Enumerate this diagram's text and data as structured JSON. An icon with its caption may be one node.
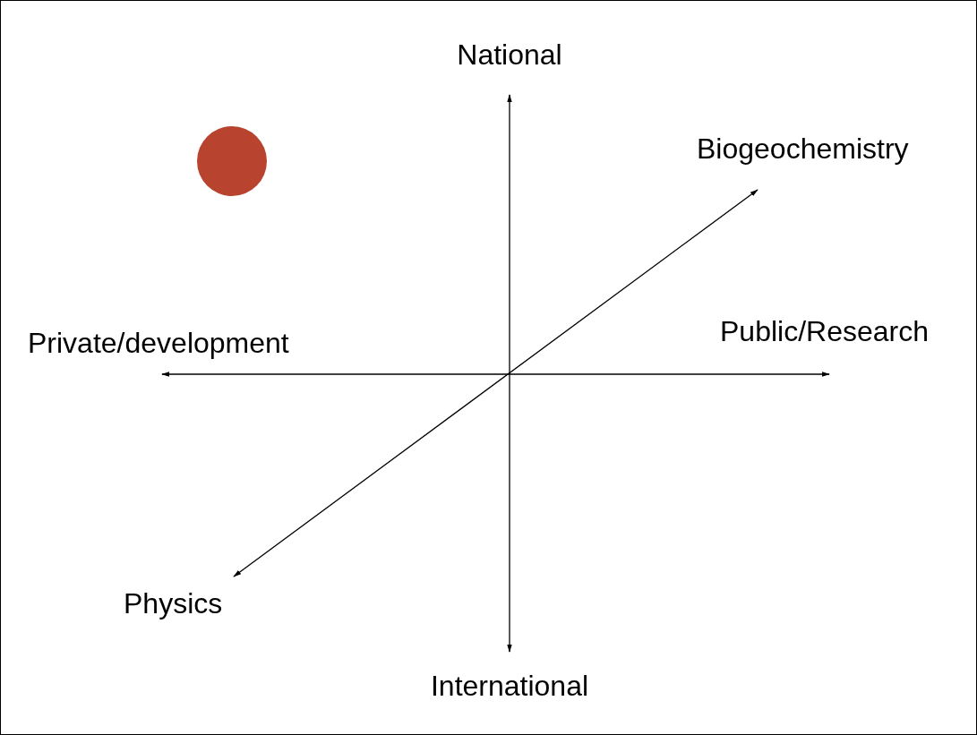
{
  "diagram": {
    "nodes": [
      {
        "text": [],
        "shape": "circle"
      }
    ],
    "labels": [
      "National",
      "Biogeochemistry",
      "Private/development",
      "Public/Research",
      "Physics",
      "International"
    ]
  }
}
